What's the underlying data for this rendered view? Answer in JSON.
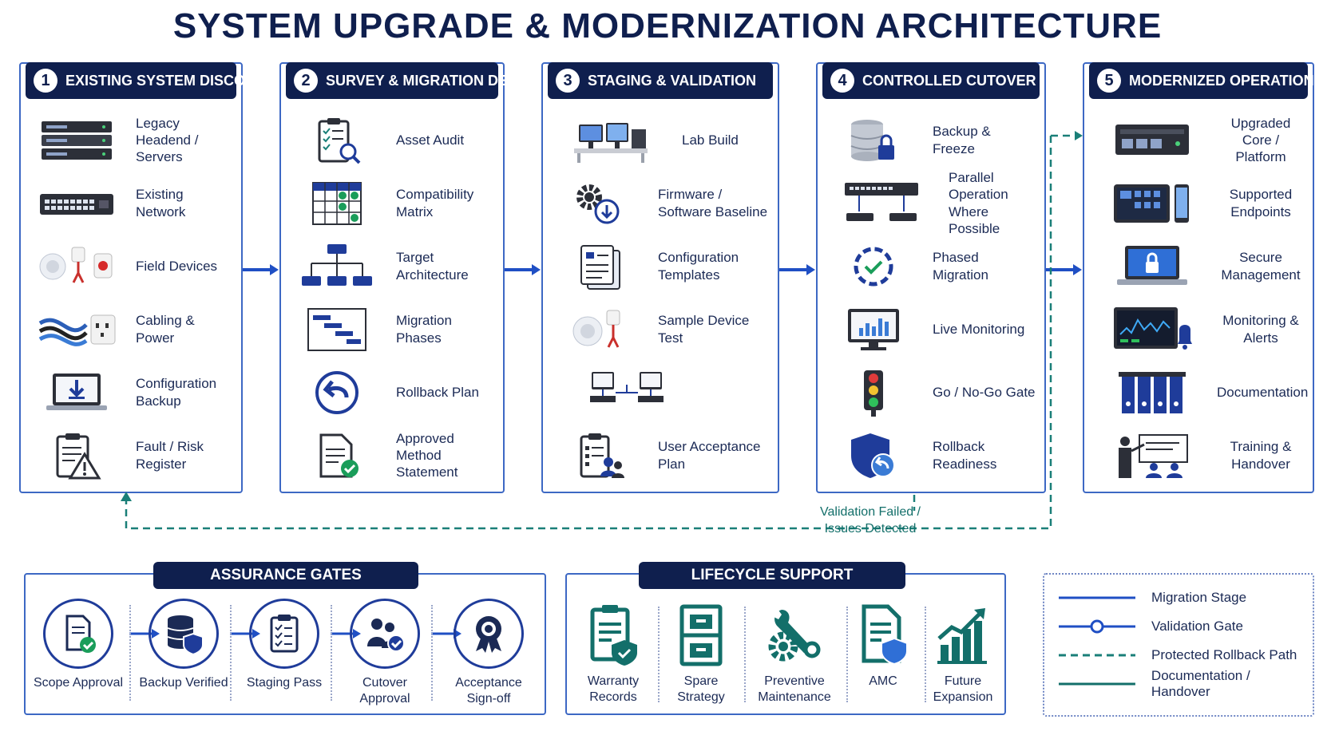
{
  "title": "SYSTEM UPGRADE & MODERNIZATION ARCHITECTURE",
  "stages": [
    {
      "number": "1",
      "title": "EXISTING SYSTEM DISCOVERY",
      "items": [
        {
          "label": "Legacy Headend / Servers",
          "icon": "server-rack-icon"
        },
        {
          "label": "Existing Network",
          "icon": "network-switch-icon"
        },
        {
          "label": "Field Devices",
          "icon": "field-devices-icon"
        },
        {
          "label": "Cabling & Power",
          "icon": "cabling-icon"
        },
        {
          "label": "Configuration Backup",
          "icon": "laptop-download-icon"
        },
        {
          "label": "Fault / Risk Register",
          "icon": "clipboard-warning-icon"
        }
      ]
    },
    {
      "number": "2",
      "title": "SURVEY & MIGRATION DESIGN",
      "items": [
        {
          "label": "Asset Audit",
          "icon": "clipboard-search-icon"
        },
        {
          "label": "Compatibility Matrix",
          "icon": "matrix-grid-icon"
        },
        {
          "label": "Target Architecture",
          "icon": "architecture-tree-icon"
        },
        {
          "label": "Migration Phases",
          "icon": "gantt-icon"
        },
        {
          "label": "Rollback Plan",
          "icon": "rollback-icon"
        },
        {
          "label": "Approved Method Statement",
          "icon": "document-check-icon"
        }
      ]
    },
    {
      "number": "3",
      "title": "STAGING & VALIDATION",
      "items": [
        {
          "label": "Lab Build",
          "icon": "lab-desk-icon"
        },
        {
          "label": "Firmware / Software Baseline",
          "icon": "gear-download-icon"
        },
        {
          "label": "Configuration Templates",
          "icon": "templates-icon"
        },
        {
          "label": "Sample Device Test",
          "icon": "sample-device-icon"
        },
        {
          "label": "",
          "icon": "test-network-icon"
        },
        {
          "label": "User Acceptance Plan",
          "icon": "acceptance-plan-icon"
        }
      ]
    },
    {
      "number": "4",
      "title": "CONTROLLED CUTOVER",
      "items": [
        {
          "label": "Backup & Freeze",
          "icon": "database-lock-icon"
        },
        {
          "label": "Parallel Operation Where Possible",
          "icon": "parallel-switch-icon"
        },
        {
          "label": "Phased Migration",
          "icon": "phased-cycle-icon"
        },
        {
          "label": "Live Monitoring",
          "icon": "monitor-chart-icon"
        },
        {
          "label": "Go / No-Go Gate",
          "icon": "traffic-light-icon"
        },
        {
          "label": "Rollback Readiness",
          "icon": "shield-rollback-icon"
        }
      ]
    },
    {
      "number": "5",
      "title": "MODERNIZED OPERATIONS",
      "items": [
        {
          "label": "Upgraded Core / Platform",
          "icon": "core-server-icon"
        },
        {
          "label": "Supported Endpoints",
          "icon": "endpoints-icon"
        },
        {
          "label": "Secure Management",
          "icon": "laptop-lock-icon"
        },
        {
          "label": "Monitoring & Alerts",
          "icon": "dashboard-bell-icon"
        },
        {
          "label": "Documentation",
          "icon": "binders-icon"
        },
        {
          "label": "Training & Handover",
          "icon": "training-icon"
        }
      ]
    }
  ],
  "loop_label": "Validation Failed / Issues Detected",
  "assurance": {
    "title": "ASSURANCE GATES",
    "gates": [
      {
        "label": "Scope Approval",
        "icon": "scope-approval-icon"
      },
      {
        "label": "Backup Verified",
        "icon": "backup-verified-icon"
      },
      {
        "label": "Staging Pass",
        "icon": "staging-pass-icon"
      },
      {
        "label": "Cutover Approval",
        "icon": "cutover-approval-icon"
      },
      {
        "label": "Acceptance Sign-off",
        "icon": "acceptance-badge-icon"
      }
    ]
  },
  "lifecycle": {
    "title": "LIFECYCLE SUPPORT",
    "items": [
      {
        "label": "Warranty Records",
        "icon": "warranty-clipboard-icon"
      },
      {
        "label": "Spare Strategy",
        "icon": "spare-cabinet-icon"
      },
      {
        "label": "Preventive Maintenance",
        "icon": "wrench-gear-icon"
      },
      {
        "label": "AMC",
        "icon": "amc-document-icon"
      },
      {
        "label": "Future Expansion",
        "icon": "growth-chart-icon"
      }
    ]
  },
  "legend": [
    {
      "label": "Migration Stage",
      "style": "solid-blue"
    },
    {
      "label": "Validation Gate",
      "style": "circle-line"
    },
    {
      "label": "Protected Rollback Path",
      "style": "dashed-teal"
    },
    {
      "label": "Documentation / Handover",
      "style": "solid-teal"
    }
  ],
  "colors": {
    "navy": "#0f1f4e",
    "blue": "#1f4fc4",
    "teal": "#1a7f78",
    "border": "#3d68c4"
  }
}
